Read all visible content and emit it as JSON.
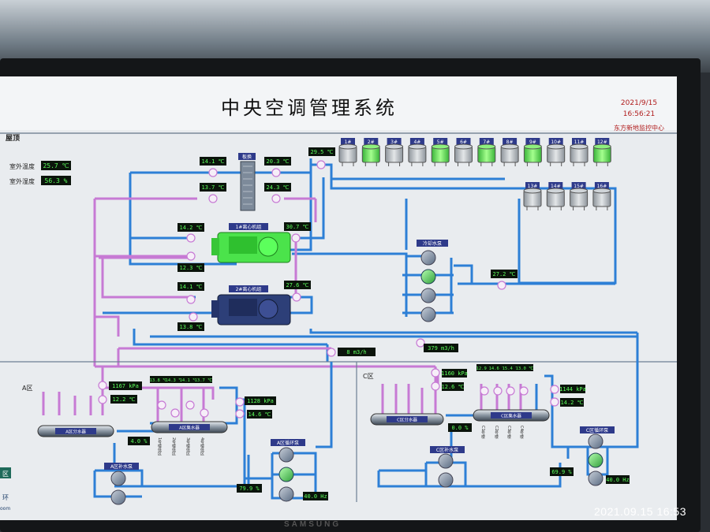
{
  "title": "中央空调管理系统",
  "date": "2021/9/15",
  "time": "16:56:21",
  "org": "东方新地监控中心",
  "roof_label": "屋顶",
  "outdoor": {
    "temp_label": "室外温度",
    "temp": "25.7 ℃",
    "humid_label": "室外湿度",
    "humid": "56.3 %"
  },
  "plate_hx": "板换",
  "chiller1": {
    "label": "1#离心机组"
  },
  "chiller2": {
    "label": "2#离心机组"
  },
  "cooling_pump": "冷却水泵",
  "towers_row1": [
    "1#",
    "2#",
    "3#",
    "4#",
    "5#",
    "6#",
    "7#",
    "8#",
    "9#",
    "10#",
    "11#",
    "12#"
  ],
  "towers_row1_on": [
    false,
    true,
    false,
    false,
    true,
    false,
    true,
    false,
    true,
    false,
    false,
    true
  ],
  "towers_row2": [
    "13#",
    "14#",
    "15#",
    "16#"
  ],
  "temps": {
    "t1": "14.1 ℃",
    "t2": "20.3 ℃",
    "t3": "13.7 ℃",
    "t4": "24.3 ℃",
    "t5": "29.5 ℃",
    "t6": "14.2 ℃",
    "t7": "30.7 ℃",
    "t8": "12.3 ℃",
    "t9": "14.1 ℃",
    "t10": "27.6 ℃",
    "t11": "13.8 ℃",
    "t12": "27.2 ℃"
  },
  "flow": {
    "f1": "8 m3/h",
    "f2": "379 m3/h"
  },
  "zoneA": {
    "label": "A区",
    "pressure_supply": "1167 kPa",
    "temp_supply": "12.2 ℃",
    "pressure_return": "1128 kPa",
    "temp_return": "14.6 ℃",
    "small_temps": [
      "13.8 ℃",
      "14.3 ℃",
      "14.1 ℃",
      "13.7 ℃"
    ],
    "dist": "A区分水器",
    "coll": "A区集水器",
    "valve": "4.0 %",
    "makeup_pump": "A区补水泵",
    "circ_pump": "A区循环泵",
    "pump_pct": "79.9 %",
    "hz": "40.0 Hz",
    "branches": [
      "1号楼低区",
      "2号楼低区",
      "3号楼低区",
      "4号楼低区"
    ]
  },
  "zoneC": {
    "label": "C区",
    "pressure_supply": "1160 kPa",
    "temp_supply": "12.6 ℃",
    "pressure_return": "1144 kPa",
    "temp_return": "14.2 ℃",
    "small_temps": [
      "12.9 ℃",
      "14.6 ℃",
      "15.4 ℃",
      "13.0 ℃"
    ],
    "dist": "C区分水器",
    "coll": "C区集水器",
    "valve": "0.0 %",
    "makeup_pump": "C区补水泵",
    "circ_pump": "C区循环泵",
    "pump_pct": "69.9 %",
    "hz": "40.0 Hz",
    "branches": [
      "C1号楼",
      "C2号楼",
      "C3号楼",
      "C4号楼"
    ]
  },
  "left_edge": {
    "box": "区",
    "text1": "环",
    "text2": "oom"
  },
  "photo_timestamp": "2021.09.15 16:53",
  "bezel_brand": "SAMSUNG",
  "colors": {
    "pipe_supply": "#2d7fd6",
    "pipe_return": "#c77ad4",
    "value_bg": "#0b140b",
    "value_fg": "#5cff5c",
    "chiller_on": "#4be34b",
    "chiller_off": "#2d3f78"
  }
}
